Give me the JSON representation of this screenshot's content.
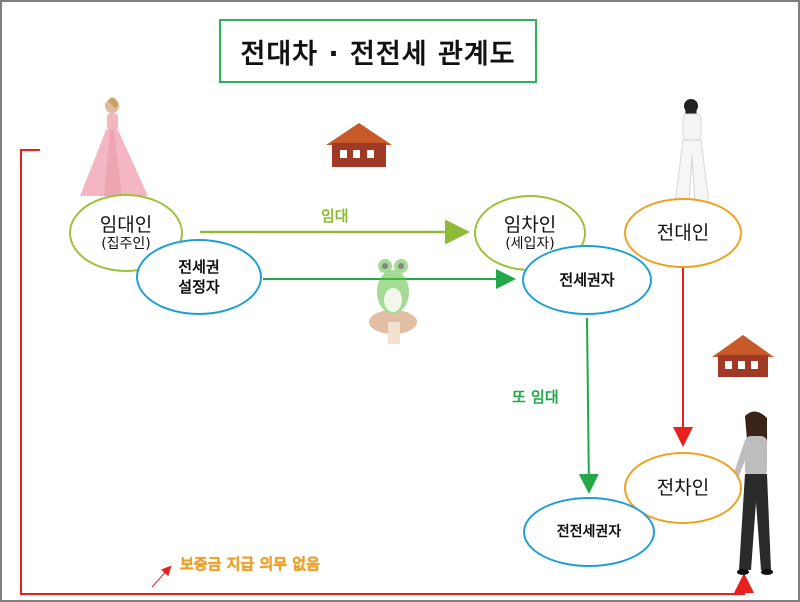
{
  "title": "전대차 · 전전세 관계도",
  "nodes": {
    "lessor": {
      "name": "임대인",
      "sub": "(집주인)"
    },
    "jeonse_grantor": {
      "line1": "전세권",
      "line2": "설정자"
    },
    "lessee": {
      "name": "임차인",
      "sub": "(세입자)"
    },
    "jeonse_holder": {
      "name": "전세권자"
    },
    "sublessor": {
      "name": "전대인"
    },
    "sublessee": {
      "name": "전차인"
    },
    "sub_jeonse_holder": {
      "name": "전전세권자"
    }
  },
  "edges": {
    "lease": "임대",
    "re_lease": "또 임대",
    "deposit_note": "보증금 지급 의무 없음"
  },
  "colors": {
    "lease_arrow": "#8dbb35",
    "jeonse_arrow": "#22a848",
    "red_arrow": "#e8201e",
    "note_text": "#f0a020"
  },
  "icons": [
    "woman-in-pink-gown-icon",
    "woman-in-white-icon",
    "woman-in-grey-icon",
    "house-icon",
    "frog-on-mushroom-icon"
  ]
}
